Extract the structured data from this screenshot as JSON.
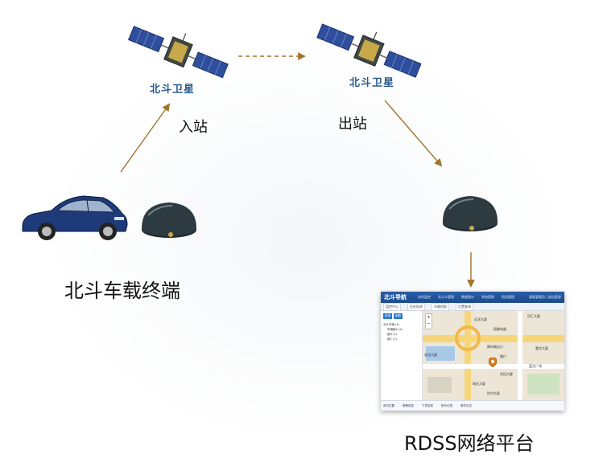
{
  "satellites": {
    "left_label": "北斗卫星",
    "right_label": "北斗卫星"
  },
  "links": {
    "uplink_label": "入站",
    "downlink_label": "出站"
  },
  "terminal": {
    "label": "北斗车载终端"
  },
  "platform": {
    "label": "RDSS网络平台",
    "app_title": "北斗导航",
    "nav_items": [
      "实时监控",
      "北斗卡管理",
      "数据统计",
      "系统管理",
      "短信管理"
    ],
    "user_text": "超级管理员 | 退出登录",
    "tabs": [
      "监控中心",
      "历史轨迹",
      "车辆短报",
      "位置查询"
    ],
    "side_buttons": [
      "查询",
      "刷新"
    ],
    "tree_items": [
      "北斗车辆 (4)",
      "车辆组A (2)",
      "组B (1)",
      "组C (1)"
    ],
    "map_labels": [
      "远洋大厦",
      "百汇大厦",
      "国美电器",
      "数码城出口",
      "路口",
      "安佳大厦",
      "世纪大厦",
      "瑞达大厦",
      "嘉华大厦",
      "蓝天广场",
      "时代大厦"
    ],
    "footer_tabs": [
      "实时位置",
      "报警信息",
      "下发信息",
      "指令记录",
      "操作日志"
    ]
  },
  "colors": {
    "arrow": "#a0752a",
    "brand_blue": "#2a5a8a",
    "car_blue": "#1e3a78",
    "antenna": "#2d3b40"
  }
}
